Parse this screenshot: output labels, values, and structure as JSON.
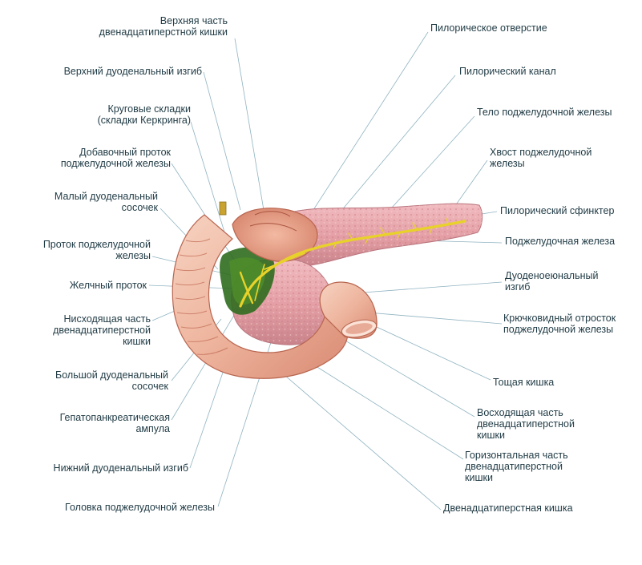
{
  "labels": {
    "upper_part_duodenum": [
      "Верхняя часть",
      "двенадцатиперстной кишки"
    ],
    "superior_flexure": [
      "Верхний дуоденальный изгиб"
    ],
    "circular_folds": [
      "Круговые складки",
      "(складки Керкринга)"
    ],
    "accessory_duct": [
      "Добавочный проток",
      "поджелудочной железы"
    ],
    "minor_papilla": [
      "Малый дуоденальный",
      "сосочек"
    ],
    "pancreatic_duct": [
      "Проток поджелудочной",
      "железы"
    ],
    "bile_duct": [
      "Желчный проток"
    ],
    "descending_part": [
      "Нисходящая часть",
      "двенадцатиперстной",
      "кишки"
    ],
    "major_papilla": [
      "Большой дуоденальный",
      "сосочек"
    ],
    "ampulla": [
      "Гепатопанкреатическая",
      "ампула"
    ],
    "inferior_flexure": [
      "Нижний дуоденальный изгиб"
    ],
    "pancreas_head": [
      "Головка поджелудочной железы"
    ],
    "pyloric_orifice": [
      "Пилорическое отверстие"
    ],
    "pyloric_canal": [
      "Пилорический канал"
    ],
    "pancreas_body": [
      "Тело поджелудочной железы"
    ],
    "pancreas_tail": [
      "Хвост поджелудочной",
      "железы"
    ],
    "pyloric_sphincter": [
      "Пилорический сфинктер"
    ],
    "pancreas": [
      "Поджелудочная железа"
    ],
    "duodenojejunal_flexure": [
      "Дуоденоеюнальный",
      "изгиб"
    ],
    "uncinate_process": [
      "Крючковидный отросток",
      "поджелудочной железы"
    ],
    "jejunum": [
      "Тощая кишка"
    ],
    "ascending_part": [
      "Восходящая часть",
      "двенадцатиперстной",
      "кишки"
    ],
    "horizontal_part": [
      "Горизонтальная часть",
      "двенадцатиперстной",
      "кишки"
    ],
    "duodenum": [
      "Двенадцатиперстная кишка"
    ]
  },
  "colors": {
    "text": "#1f3a44",
    "leader": "#8fb3c0",
    "duodenum_light": "#f2c4ae",
    "duodenum_mid": "#e6a58e",
    "duodenum_dark": "#c7705c",
    "pancreas": "#e8a9ad",
    "pancreas_dark": "#c97f86",
    "duct": "#e8d22a",
    "bile_green": "#2f6b1e"
  }
}
